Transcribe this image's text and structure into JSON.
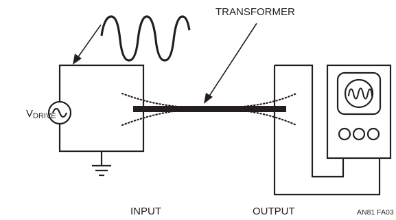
{
  "labels": {
    "transformer": "TRANSFORMER",
    "vdrive_main": "V",
    "vdrive_sub": "DRIVE",
    "input": "INPUT",
    "output": "OUTPUT",
    "figure_id": "AN81 FA03"
  },
  "colors": {
    "ink": "#231f20",
    "background": "#ffffff"
  }
}
